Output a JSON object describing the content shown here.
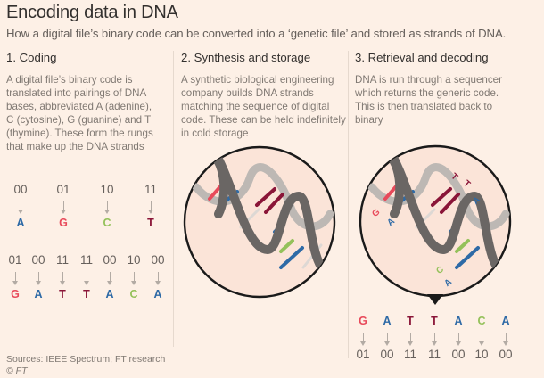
{
  "header": {
    "title": "Encoding data in DNA",
    "subtitle": "How a digital file’s binary code can be converted into a ‘genetic file’ and stored as strands of DNA."
  },
  "colors": {
    "background": "#fdf0e6",
    "A": "#2e6aa6",
    "G": "#e8495a",
    "C": "#94c15a",
    "T": "#8a1538",
    "helix_dark": "#6a6664",
    "helix_light": "#bdb8b4",
    "circle_fill": "#fbe4d8",
    "circle_stroke": "#1a1a1a"
  },
  "panels": [
    {
      "heading": "1. Coding",
      "body": [
        "A digital file’s binary code is",
        "translated into pairings of DNA",
        "bases, abbreviated A (adenine),",
        "C (cytosine), G (guanine) and T",
        "(thymine). These form the rungs",
        "that make up the DNA strands"
      ]
    },
    {
      "heading": "2. Synthesis and storage",
      "body": [
        "A synthetic biological engineering",
        "company builds DNA strands",
        "matching the sequence of digital",
        "code. These can be held indefinitely",
        "in cold storage"
      ]
    },
    {
      "heading": "3. Retrieval and decoding",
      "body": [
        "DNA is run through a sequencer",
        "which returns the generic code.",
        "This is then translated back to",
        "binary"
      ]
    }
  ],
  "key_mapping": [
    {
      "bits": "00",
      "base": "A"
    },
    {
      "bits": "01",
      "base": "G"
    },
    {
      "bits": "10",
      "base": "C"
    },
    {
      "bits": "11",
      "base": "T"
    }
  ],
  "encode_sequence": [
    {
      "bits": "01",
      "base": "G"
    },
    {
      "bits": "00",
      "base": "A"
    },
    {
      "bits": "11",
      "base": "T"
    },
    {
      "bits": "11",
      "base": "T"
    },
    {
      "bits": "00",
      "base": "A"
    },
    {
      "bits": "10",
      "base": "C"
    },
    {
      "bits": "00",
      "base": "A"
    }
  ],
  "decode_sequence": [
    {
      "base": "G",
      "bits": "01"
    },
    {
      "base": "A",
      "bits": "00"
    },
    {
      "base": "T",
      "bits": "11"
    },
    {
      "base": "T",
      "bits": "11"
    },
    {
      "base": "A",
      "bits": "00"
    },
    {
      "base": "C",
      "bits": "10"
    },
    {
      "base": "A",
      "bits": "00"
    }
  ],
  "helix_labels": [
    "G",
    "A",
    "T",
    "T",
    "A",
    "C",
    "A"
  ],
  "footer": {
    "sources": "Sources: IEEE Spectrum; FT research",
    "copyright": "© FT"
  }
}
